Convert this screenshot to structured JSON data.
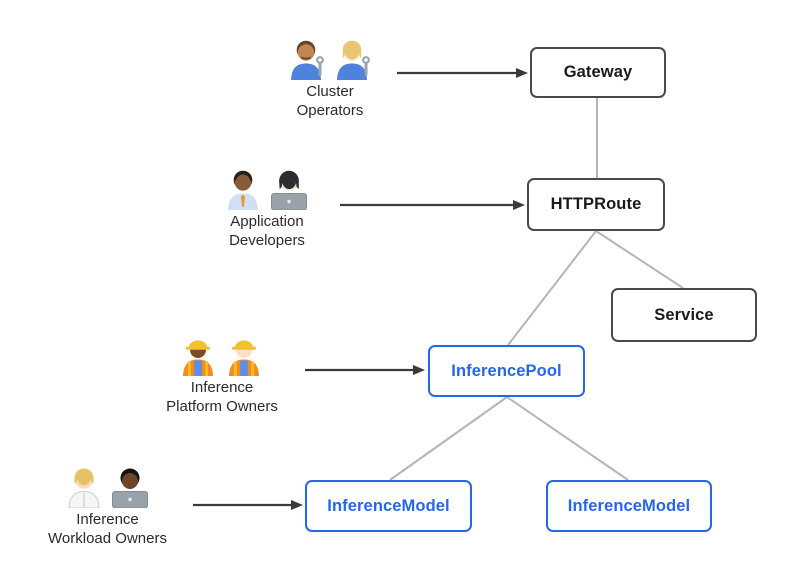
{
  "diagram": {
    "background_color": "#ffffff",
    "accent_blue": "#2368e8",
    "node_border_gray": "#4a4a4a",
    "connector_gray": "#b5b5b5",
    "arrow_color": "#3a3a3a",
    "personas": [
      {
        "id": "cluster-operators",
        "label_lines": [
          "Cluster",
          "Operators"
        ],
        "icon": "mechanics-pair-icon",
        "emoji": "👨🏽‍🔧👩🏼‍🔧"
      },
      {
        "id": "application-developers",
        "label_lines": [
          "Application",
          "Developers"
        ],
        "icon": "office-worker-technologist-icon",
        "emoji": "👨🏾‍💼👩🏻‍💻"
      },
      {
        "id": "inference-platform-owners",
        "label_lines": [
          "Inference",
          "Platform Owners"
        ],
        "icon": "construction-workers-pair-icon",
        "emoji": "👷🏾‍♀️👷🏻"
      },
      {
        "id": "inference-workload-owners",
        "label_lines": [
          "Inference",
          "Workload Owners"
        ],
        "icon": "scientist-technologist-icon",
        "emoji": "🧑🏼‍🔬👨🏿‍💻"
      }
    ],
    "nodes": [
      {
        "id": "gateway",
        "label": "Gateway",
        "style": "gray"
      },
      {
        "id": "httproute",
        "label": "HTTPRoute",
        "style": "gray"
      },
      {
        "id": "service",
        "label": "Service",
        "style": "gray"
      },
      {
        "id": "inferencepool",
        "label": "InferencePool",
        "style": "blue"
      },
      {
        "id": "inferencemodel-1",
        "label": "InferenceModel",
        "style": "blue"
      },
      {
        "id": "inferencemodel-2",
        "label": "InferenceModel",
        "style": "blue"
      }
    ],
    "edges": [
      {
        "from": "gateway",
        "to": "httproute"
      },
      {
        "from": "httproute",
        "to": "inferencepool"
      },
      {
        "from": "httproute",
        "to": "service"
      },
      {
        "from": "inferencepool",
        "to": "inferencemodel-1"
      },
      {
        "from": "inferencepool",
        "to": "inferencemodel-2"
      }
    ],
    "actor_arrows": [
      {
        "from": "cluster-operators",
        "to": "gateway"
      },
      {
        "from": "application-developers",
        "to": "httproute"
      },
      {
        "from": "inference-platform-owners",
        "to": "inferencepool"
      },
      {
        "from": "inference-workload-owners",
        "to": "inferencemodel-1"
      }
    ]
  }
}
